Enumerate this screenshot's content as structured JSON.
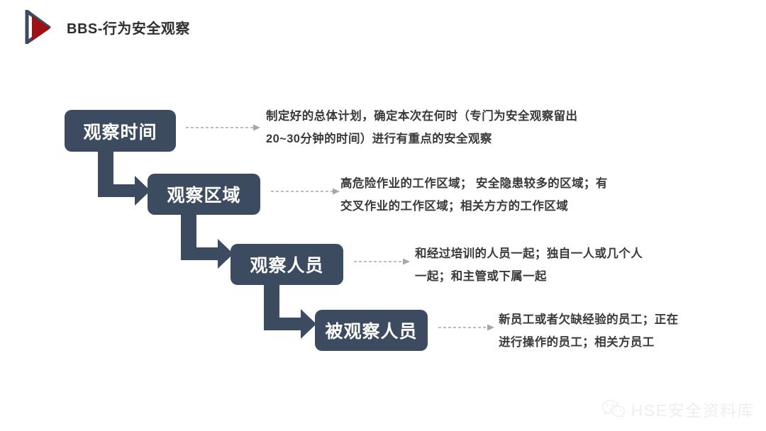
{
  "header": {
    "title": "BBS-行为安全观察",
    "logo_icon": "triangle-play-logo",
    "logo_colors": {
      "outline": "#3c4b60",
      "fill": "#9e1014"
    }
  },
  "theme": {
    "box_fill": "#3c4b60",
    "box_text": "#ffffff",
    "desc_text": "#3a3a3a",
    "connector": "#3c4b60",
    "dashed_connector": "#a6a6a6",
    "background": "#ffffff",
    "watermark_text": "#eceef0"
  },
  "flow": {
    "steps": [
      {
        "label": "观察时间",
        "description": "制定好的总体计划，确定本次在何时（专门为安全观察留出20~30分钟的时间）进行有重点的安全观察",
        "description_lines": [
          "制定好的总体计划，确定本次在何时（专门为安全观察留出",
          "20~30分钟的时间）进行有重点的安全观察"
        ]
      },
      {
        "label": "观察区域",
        "description": "高危险作业的工作区域；安全隐患较多的区域；有交叉作业的工作区域；相关方方的工作区域",
        "description_lines": [
          "高危险作业的工作区域； 安全隐患较多的区域；有",
          "交叉作业的工作区域；相关方方的工作区域"
        ]
      },
      {
        "label": "观察人员",
        "description": "和经过培训的人员一起；独自一人或几个人一起；和主管或下属一起",
        "description_lines": [
          "和经过培训的人员一起；独自一人或几个人",
          "一起；和主管或下属一起"
        ]
      },
      {
        "label": "被观察人员",
        "description": "新员工或者欠缺经验的员工；正在进行操作的员工；相关方员工",
        "description_lines": [
          "新员工或者欠缺经验的员工；正在",
          "进行操作的员工；相关方员工"
        ]
      }
    ],
    "connector_icons": {
      "elbow": "elbow-arrow-down-right-icon",
      "dashed": "dashed-arrow-right-icon"
    }
  },
  "watermark": {
    "icon": "wechat-icon",
    "text": "HSE安全资料库"
  }
}
